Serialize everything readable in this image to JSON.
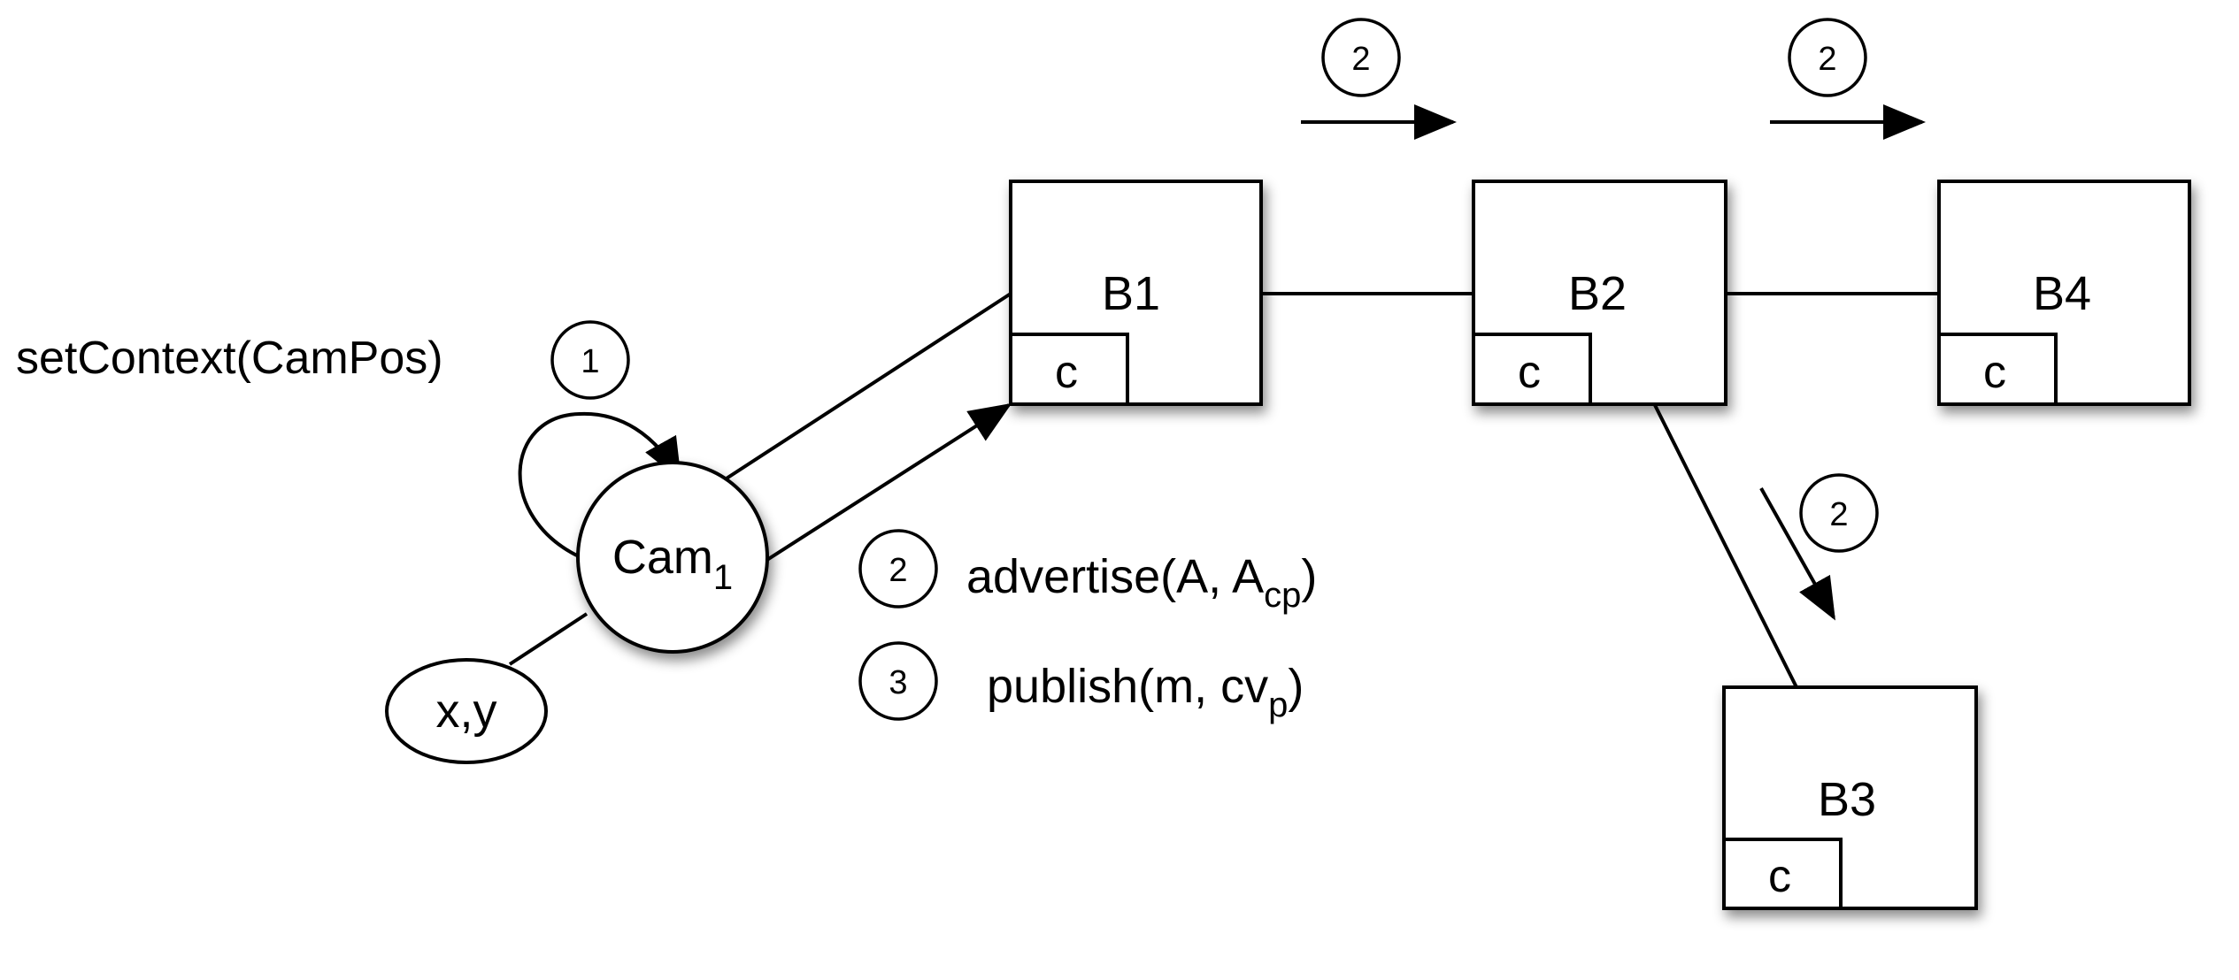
{
  "nodes": {
    "cam": {
      "label": "Cam",
      "sub": "1"
    },
    "point": {
      "label": "x,y"
    },
    "brokers": [
      {
        "id": "b1",
        "label": "B1",
        "cache": "c"
      },
      {
        "id": "b2",
        "label": "B2",
        "cache": "c"
      },
      {
        "id": "b3",
        "label": "B3",
        "cache": "c"
      },
      {
        "id": "b4",
        "label": "B4",
        "cache": "c"
      }
    ]
  },
  "operations": {
    "set_context": {
      "step": "1",
      "text": "setContext(CamPos)"
    },
    "advertise": {
      "step": "2",
      "text": "advertise(A, A",
      "sub": "cp",
      "close": ")"
    },
    "publish": {
      "step": "3",
      "text": "publish(m, cv",
      "sub": "p",
      "close": ")"
    }
  },
  "flow_steps": {
    "b1_b2": "2",
    "b2_b4": "2",
    "b2_b3": "2"
  }
}
